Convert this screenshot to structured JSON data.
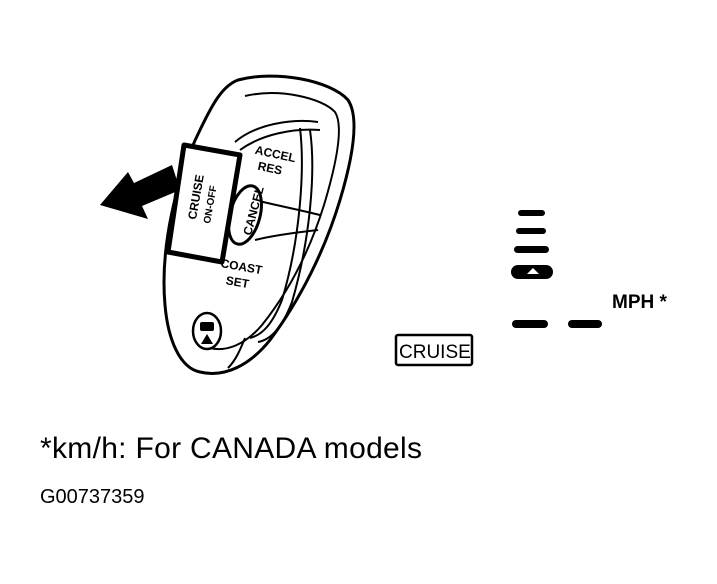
{
  "switch": {
    "accel_res_line1": "ACCEL",
    "accel_res_line2": "RES",
    "cancel": "CANCEL",
    "cruise_on_off_line1": "CRUISE",
    "cruise_on_off_line2": "ON-OFF",
    "coast_set_line1": "COAST",
    "coast_set_line2": "SET"
  },
  "indicator": {
    "cruise_label": "CRUISE",
    "speed_unit": "MPH *"
  },
  "caption": "*km/h: For CANADA models",
  "figure_id": "G00737359"
}
